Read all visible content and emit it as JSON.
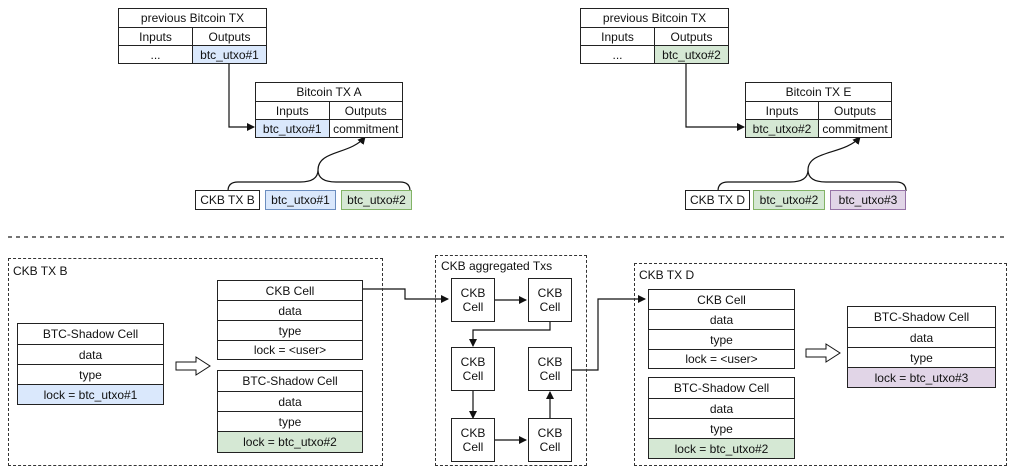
{
  "top": {
    "left": {
      "prev_tx": {
        "title": "previous Bitcoin TX",
        "inputs": "Inputs",
        "outputs": "Outputs",
        "input_val": "...",
        "output_val": "btc_utxo#1"
      },
      "tx": {
        "title": "Bitcoin TX A",
        "inputs": "Inputs",
        "outputs": "Outputs",
        "input_val": "btc_utxo#1",
        "output_val": "commitment"
      },
      "ckb_row": [
        "CKB TX B",
        "btc_utxo#1",
        "btc_utxo#2"
      ]
    },
    "right": {
      "prev_tx": {
        "title": "previous Bitcoin TX",
        "inputs": "Inputs",
        "outputs": "Outputs",
        "input_val": "...",
        "output_val": "btc_utxo#2"
      },
      "tx": {
        "title": "Bitcoin TX E",
        "inputs": "Inputs",
        "outputs": "Outputs",
        "input_val": "btc_utxo#2",
        "output_val": "commitment"
      },
      "ckb_row": [
        "CKB TX D",
        "btc_utxo#2",
        "btc_utxo#3"
      ]
    }
  },
  "bottom": {
    "tx_b": {
      "label": "CKB TX B",
      "shadow_in": {
        "title": "BTC-Shadow Cell",
        "data": "data",
        "type": "type",
        "lock": "lock = btc_utxo#1"
      },
      "ckb_cell": {
        "title": "CKB Cell",
        "data": "data",
        "type": "type",
        "lock": "lock = <user>"
      },
      "shadow_out": {
        "title": "BTC-Shadow Cell",
        "data": "data",
        "type": "type",
        "lock": "lock = btc_utxo#2"
      }
    },
    "aggregated": {
      "label": "CKB aggregated Txs",
      "cells": [
        "CKB\nCell",
        "CKB\nCell",
        "CKB\nCell",
        "CKB\nCell",
        "CKB\nCell",
        "CKB\nCell"
      ]
    },
    "tx_d": {
      "label": "CKB TX D",
      "ckb_cell": {
        "title": "CKB Cell",
        "data": "data",
        "type": "type",
        "lock": "lock = <user>"
      },
      "shadow_in": {
        "title": "BTC-Shadow Cell",
        "data": "data",
        "type": "type",
        "lock": "lock = btc_utxo#2"
      },
      "shadow_out": {
        "title": "BTC-Shadow Cell",
        "data": "data",
        "type": "type",
        "lock": "lock = btc_utxo#3"
      }
    }
  },
  "colors": {
    "blue": "#dae8fc",
    "green": "#d5e8d4",
    "purple": "#e1d5e7",
    "line": "#222222"
  }
}
